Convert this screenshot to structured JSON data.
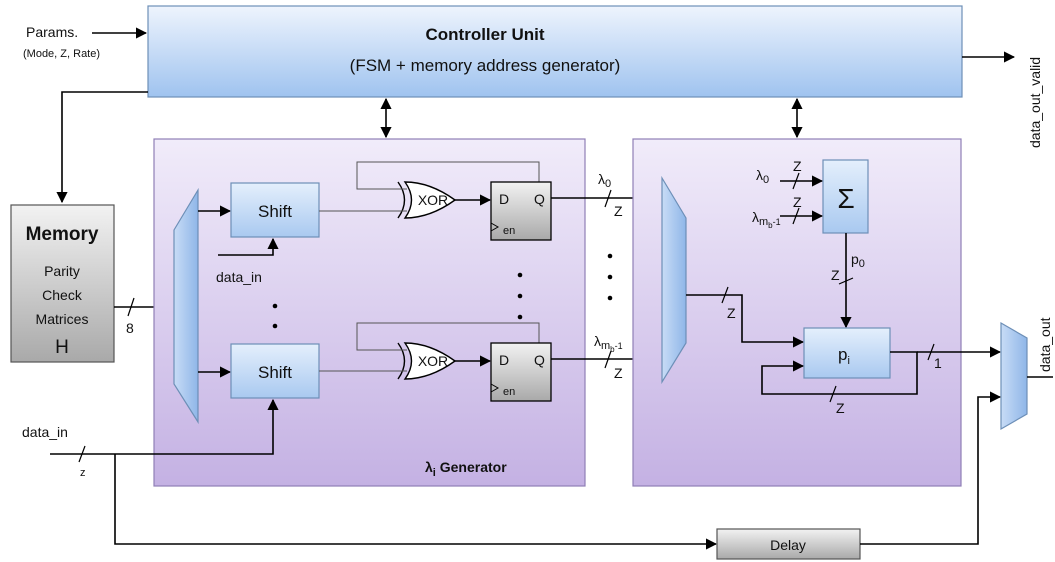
{
  "controller": {
    "title": "Controller Unit",
    "subtitle": "(FSM + memory address generator)"
  },
  "inputs": {
    "params_label": "Params.",
    "params_sub": "(Mode, Z, Rate)",
    "data_in_label": "data_in",
    "data_in_bus": "z"
  },
  "outputs": {
    "data_out_valid": "data_out_valid",
    "data_out": "data_out"
  },
  "memory": {
    "title": "Memory",
    "lines": [
      "Parity",
      "Check",
      "Matrices"
    ],
    "symbol": "H",
    "bus_width": "8"
  },
  "lambda_generator": {
    "title_symbol": "λ",
    "title_sub": "i",
    "title_rest": " Generator",
    "shift_label": "Shift",
    "xor_label": "XOR",
    "ff_d": "D",
    "ff_q": "Q",
    "ff_en": "en",
    "data_in_label": "data_in",
    "out_top_symbol": "λ",
    "out_top_sub": "0",
    "out_bottom_symbol": "λ",
    "out_bottom_sub": "m",
    "out_bottom_subsub": "b",
    "out_bottom_suffix": "-1",
    "bus_z": "Z"
  },
  "parity_unit": {
    "sum_symbol": "Σ",
    "in_top_symbol": "λ",
    "in_top_sub": "0",
    "in_bottom_symbol": "λ",
    "in_bottom_sub": "m",
    "in_bottom_subsub": "b",
    "in_bottom_suffix": "-1",
    "p0_symbol": "p",
    "p0_sub": "0",
    "pi_symbol": "p",
    "pi_sub": "i",
    "bus_z": "Z",
    "bus_one": "1"
  },
  "delay": {
    "label": "Delay"
  },
  "colors": {
    "controller_top": "#eef4fd",
    "controller_bottom": "#9fc3ef",
    "panel_top": "#f1ecfa",
    "panel_bottom": "#c4b1e3",
    "panel_border": "#8f7fb6",
    "block_top": "#e4effc",
    "block_bottom": "#a9c9f0",
    "block_border": "#6d8fb7",
    "gray_top": "#f2f2f2",
    "gray_bottom": "#a9a9a9"
  }
}
